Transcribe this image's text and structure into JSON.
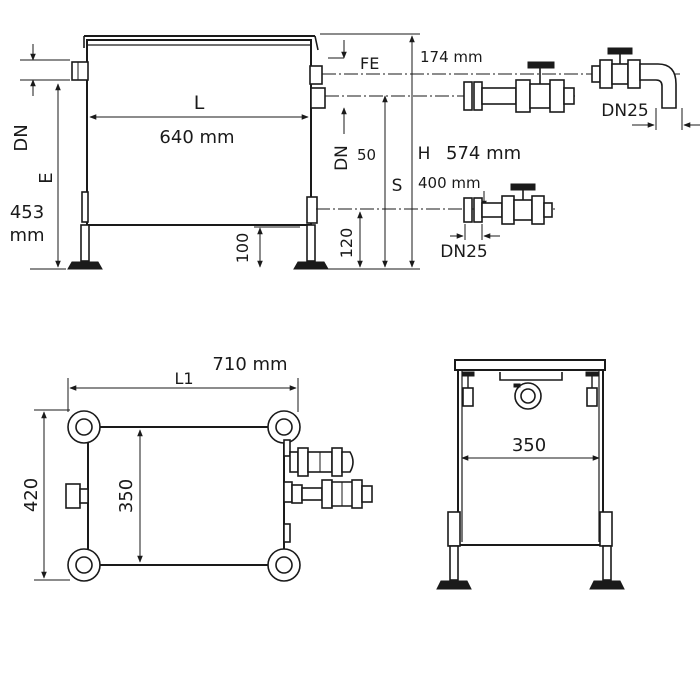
{
  "side_view": {
    "label_L": "L",
    "len_640": "640 mm",
    "label_DN_left": "DN",
    "label_E": "E",
    "len_453_a": "453",
    "len_453_b": "mm",
    "label_FE": "FE",
    "len_174": "174 mm",
    "label_DN_mid": "DN",
    "val_50": "50",
    "label_H": "H",
    "len_574": "574 mm",
    "label_S": "S",
    "len_400": "400 mm",
    "label_DN25_top": "DN25",
    "label_DN25_bottom": "DN25",
    "val_100": "100",
    "val_120": "120"
  },
  "top_view": {
    "len_710": "710 mm",
    "label_L1": "L1",
    "val_420": "420",
    "val_350": "350"
  },
  "end_view": {
    "val_350": "350"
  }
}
